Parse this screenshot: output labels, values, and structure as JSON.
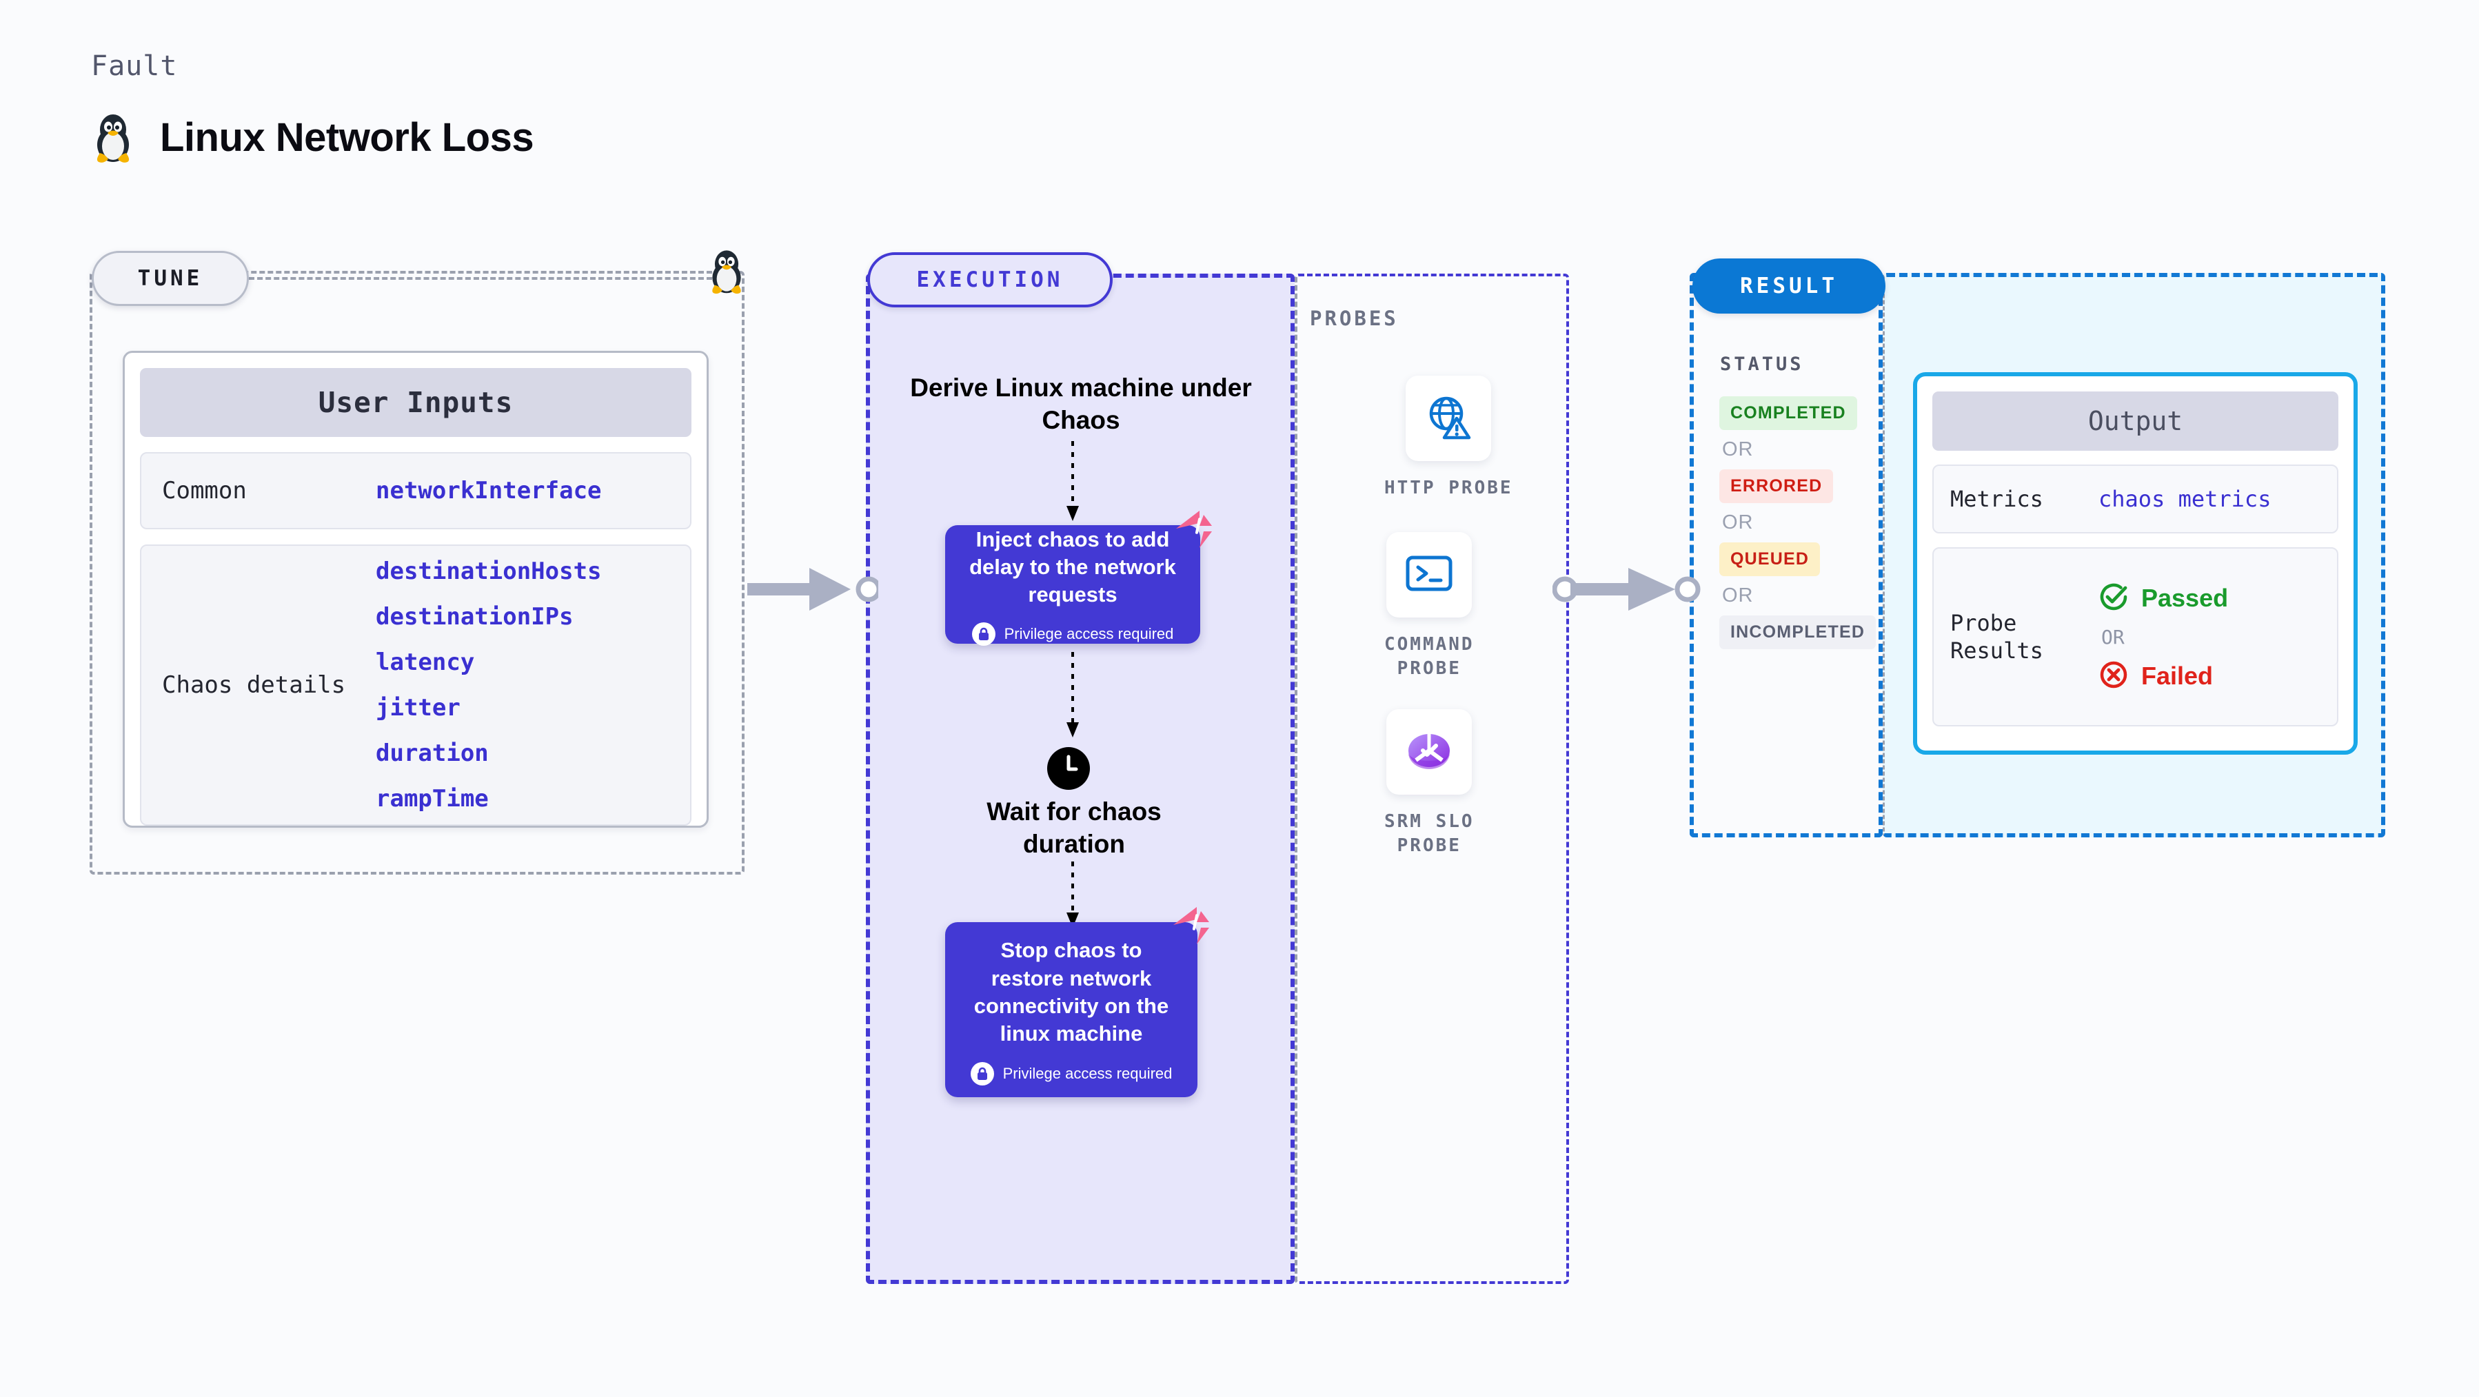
{
  "header": {
    "eyebrow": "Fault",
    "title": "Linux Network Loss",
    "icon": "tux-penguin-icon"
  },
  "tune": {
    "pill_label": "TUNE",
    "card_title": "User Inputs",
    "sections": [
      {
        "label": "Common",
        "values": [
          "networkInterface"
        ]
      },
      {
        "label": "Chaos details",
        "values": [
          "destinationHosts",
          "destinationIPs",
          "latency",
          "jitter",
          "duration",
          "rampTime"
        ]
      }
    ]
  },
  "execution": {
    "pill_label": "EXECUTION",
    "derive_title": "Derive Linux machine under Chaos",
    "node1": {
      "title": "Inject chaos to add delay to the network requests",
      "privilege": "Privilege access required"
    },
    "wait_title": "Wait for chaos duration",
    "node2": {
      "title": "Stop chaos to restore network connectivity on the linux machine",
      "privilege": "Privilege access required"
    }
  },
  "probes": {
    "heading": "PROBES",
    "items": [
      {
        "label": "HTTP PROBE",
        "icon": "globe-warning-icon"
      },
      {
        "label": "COMMAND\nPROBE",
        "icon": "terminal-icon"
      },
      {
        "label": "SRM SLO\nPROBE",
        "icon": "slo-gauge-icon"
      }
    ]
  },
  "result": {
    "pill_label": "RESULT",
    "status_heading": "STATUS",
    "or_label": "OR",
    "statuses": [
      {
        "label": "COMPLETED",
        "style": "b-completed"
      },
      {
        "label": "ERRORED",
        "style": "b-errored"
      },
      {
        "label": "QUEUED",
        "style": "b-queued"
      },
      {
        "label": "INCOMPLETED",
        "style": "b-incomplete"
      }
    ]
  },
  "output": {
    "card_title": "Output",
    "metrics_label": "Metrics",
    "metrics_value": "chaos metrics",
    "probe_results_label": "Probe\nResults",
    "passed_label": "Passed",
    "failed_label": "Failed",
    "or_label": "OR"
  },
  "colors": {
    "purple": "#4339d4",
    "purple_fill": "#e7e6fb",
    "blue": "#0b78d4",
    "cyan": "#19a8e8",
    "cyan_fill": "#eaf8fe",
    "gray_dash": "#9aa0ae",
    "value_blue": "#3a30d1",
    "harness_pink": "#f4648f",
    "green": "#1a9b2c",
    "red": "#e0231b"
  }
}
